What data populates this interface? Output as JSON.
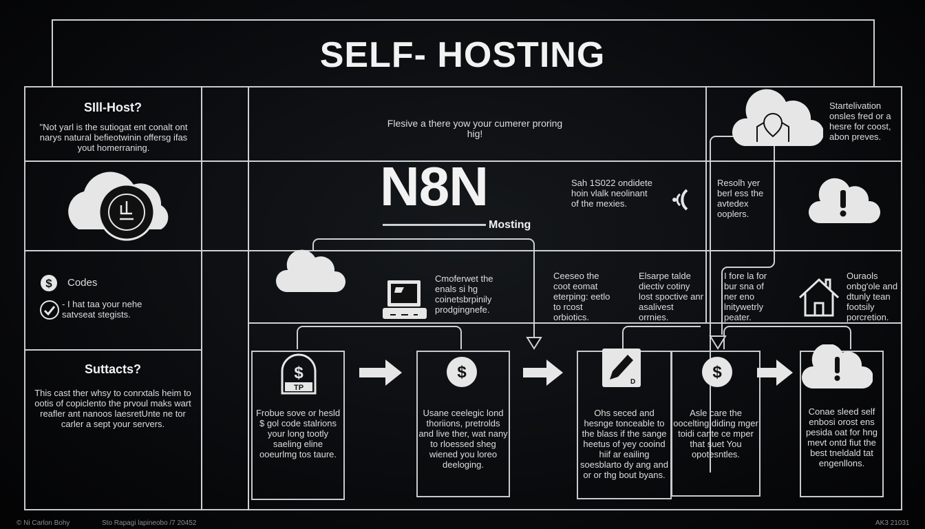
{
  "title": "SELF- HOSTING",
  "left": {
    "q1_heading": "SIll-Host?",
    "q1_text": "\"Not yarl is the sutiogat ent conalt ont narys natural befieotwinin offersg ifas yout homerraning.",
    "codes_label": "Codes",
    "check_text": "- I hat taa your nehe satvseat stegists.",
    "q2_heading": "Suttacts?",
    "q2_text": "This cast ther whsy to conrxtals heim to ootis of copiclento the prvoul maks wart reafler ant nanoos laesretUnte ne tor carler a sept your servers."
  },
  "center": {
    "intro": "Flesive a there yow your cumerer proring hig!",
    "logo": "N8N",
    "logo_sub": "Mosting",
    "side_text": "Sah 1S022 ondidete hoin vlalk neolinant of the mexies.",
    "laptop_text": "Cmoferwet the enals si hg coinetsbrpinily prodgingnefe.",
    "col3_text": "Ceeseo the coot eomat eterping: eetlo to rcost orbiotics.",
    "col4_text": "Elsarpe talde diectiv cotiny lost spoctive anr asalivest orrnies."
  },
  "right": {
    "top_text": "Startelivation onsles fred or a hesre for coost, abon preves.",
    "mid_text": "Resolh yer berl ess the avtedex ooplers.",
    "bottom_left_text": "I fore la for bur sna of ner eno lnitywetrly peater.",
    "bottom_right_text": "Ouraols onbg'ole and dtunly tean footsily porcretion."
  },
  "steps": [
    {
      "icon": "money-bag-icon",
      "text": "Frobue sove or hesld $ gol code stalrions your long tootly saeling eline ooeurlmg tos taure."
    },
    {
      "icon": "dollar-icon",
      "text": "Usane ceelegic lond thoriions, pretrolds and live ther, wat nany to rloessed sheg wiened you loreo deeloging."
    },
    {
      "icon": "edit-icon",
      "text": "Ohs seced and hesnge tonceable to the blass if the sange heetus of yey cooind hiif ar eailing soesblarto dy ang and or or thg bout byans."
    },
    {
      "icon": "dollar-icon",
      "text": "Asle care the oocelting diding mger toidi cante ce mper that suet You opotesntles."
    },
    {
      "icon": "cloud-alert-icon",
      "text": "Conae sleed self enbosi orost ens pesida oat for hng mevt ontd fiut the best tneldald tat engenllons."
    }
  ],
  "footer": {
    "left": "Ni Carlon Bohy",
    "middle": "Sto Rapagi lapineobo /7 20452",
    "right": "AK3 21031"
  }
}
